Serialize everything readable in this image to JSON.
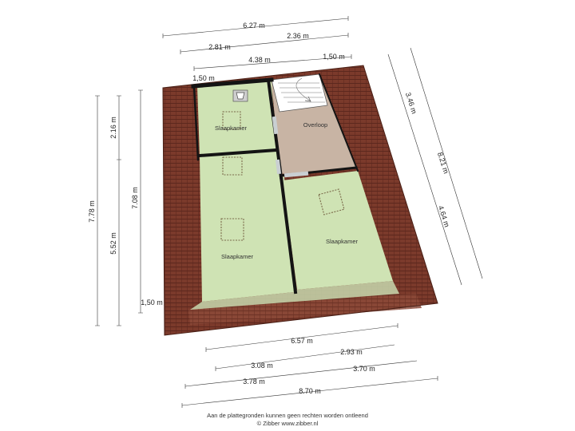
{
  "rooms": {
    "bedroom_1": "Slaapkamer",
    "landing": "Overloop",
    "bedroom_2": "Slaapkamer",
    "bedroom_3": "Slaapkamer"
  },
  "dimensions": {
    "top_total": "6.27 m",
    "top_left": "2.81 m",
    "top_right": "2.36 m",
    "top_inner": "4.38 m",
    "top_corner": "1,50 m",
    "left_corner": "1,50 m",
    "left_total": "7.78 m",
    "left_upper": "2.16 m",
    "left_lower": "5.52 m",
    "left_inner": "7.08 m",
    "left_bottom_corner": "1,50 m",
    "right_upper": "3.46 m",
    "right_lower": "4.64 m",
    "right_total": "8.21 m",
    "bottom_inner": "6.57 m",
    "bottom_left": "3.08 m",
    "bottom_right": "2.93 m",
    "bottom_outer_left": "3.78 m",
    "bottom_outer_right": "3.70 m",
    "bottom_total": "8.70 m"
  },
  "footer": {
    "disclaimer": "Aan de plattegronden kunnen geen rechten worden ontleend",
    "copyright": "© Zibber www.zibber.nl"
  },
  "colors": {
    "roof": "#7a3a2c",
    "roof_dark": "#5e2a1f",
    "room_fill": "#cfe3b4",
    "landing_fill": "#c8b4a4",
    "wall": "#141414",
    "window": "#c9cfd2"
  }
}
